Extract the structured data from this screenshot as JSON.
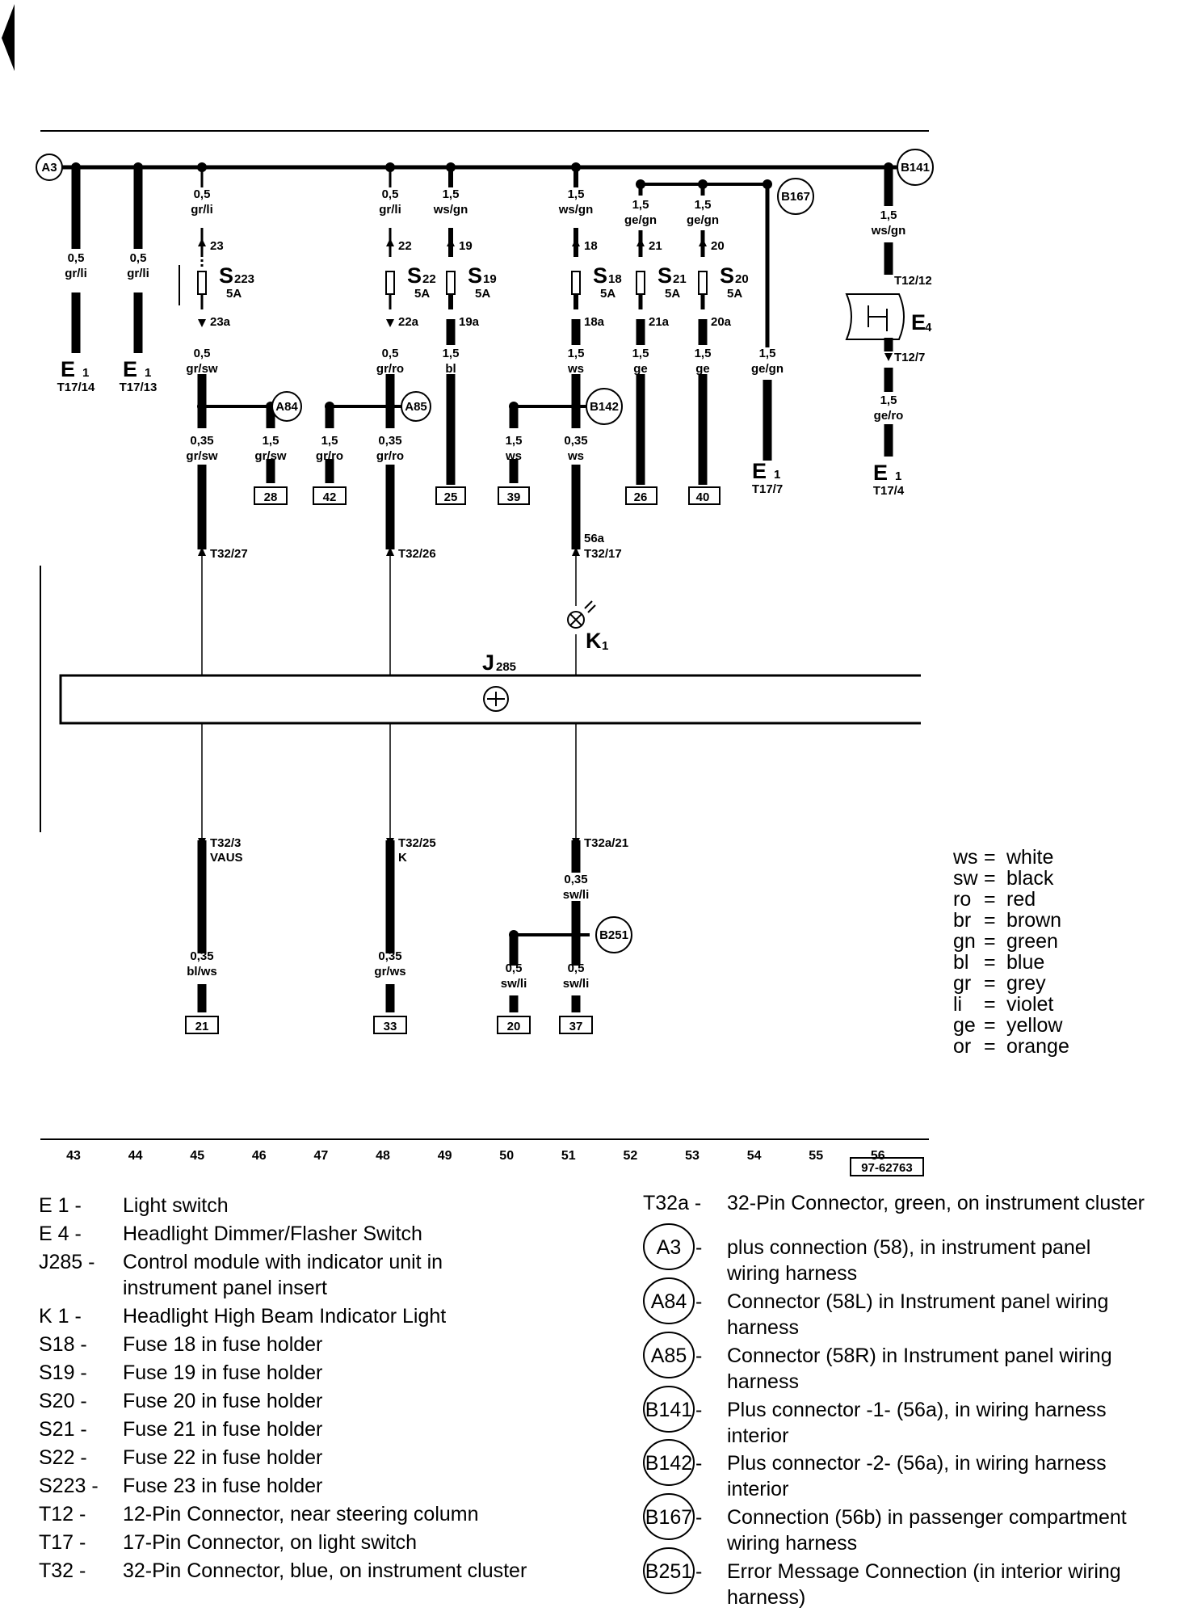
{
  "diagram": {
    "bus_connectors": {
      "a3": "A3",
      "b141": "B141",
      "b167": "B167"
    },
    "wires": {
      "e1_14": {
        "size": "0,5",
        "color": "gr/li",
        "comp": "E",
        "sub": "1",
        "term": "T17/14"
      },
      "e1_13": {
        "size": "0,5",
        "color": "gr/li",
        "comp": "E",
        "sub": "1",
        "term": "T17/13"
      },
      "s223_in": {
        "size": "0,5",
        "color": "gr/li"
      },
      "s22_in": {
        "size": "0,5",
        "color": "gr/li"
      },
      "s19_in": {
        "size": "1,5",
        "color": "ws/gn"
      },
      "s18_in": {
        "size": "1,5",
        "color": "ws/gn"
      },
      "s21_in": {
        "size": "1,5",
        "color": "ge/gn"
      },
      "s20_in": {
        "size": "1,5",
        "color": "ge/gn"
      },
      "b141_out": {
        "size": "1,5",
        "color": "ws/gn"
      },
      "s223_out": {
        "size": "0,5",
        "color": "gr/sw"
      },
      "s22_out": {
        "size": "0,5",
        "color": "gr/ro"
      },
      "s19_out": {
        "size": "1,5",
        "color": "bl"
      },
      "s18_out": {
        "size": "1,5",
        "color": "ws"
      },
      "s21_out": {
        "size": "1,5",
        "color": "ge"
      },
      "s20_out": {
        "size": "1,5",
        "color": "ge"
      },
      "b167_out": {
        "size": "1,5",
        "color": "ge/gn",
        "comp": "E",
        "sub": "1",
        "term": "T17/7"
      },
      "e4_out": {
        "size": "1,5",
        "color": "ge/ro",
        "comp": "E",
        "sub": "1",
        "term": "T17/4"
      },
      "a84_left": {
        "size": "0,35",
        "color": "gr/sw"
      },
      "a84_right": {
        "size": "1,5",
        "color": "gr/sw",
        "box": "28"
      },
      "a85_left": {
        "size": "1,5",
        "color": "gr/ro",
        "box": "42"
      },
      "a85_right": {
        "size": "0,35",
        "color": "gr/ro"
      },
      "s19_box": "25",
      "b142_left": {
        "size": "1,5",
        "color": "ws",
        "box": "39"
      },
      "b142_right": {
        "size": "0,35",
        "color": "ws"
      },
      "s21_box": "26",
      "s20_box": "40",
      "bot45": {
        "size": "0,35",
        "color": "bl/ws",
        "box": "21"
      },
      "bot48": {
        "size": "0,35",
        "color": "gr/ws",
        "box": "33"
      },
      "bot51": {
        "size": "0,35",
        "color": "sw/li"
      },
      "b251_left": {
        "size": "0,5",
        "color": "sw/li",
        "box": "20"
      },
      "b251_right": {
        "size": "0,5",
        "color": "sw/li",
        "box": "37"
      }
    },
    "fuses": {
      "s223": {
        "name": "S",
        "sub": "223",
        "rating": "5A",
        "pin_in": "23",
        "pin_out": "23a"
      },
      "s22": {
        "name": "S",
        "sub": "22",
        "rating": "5A",
        "pin_in": "22",
        "pin_out": "22a"
      },
      "s19": {
        "name": "S",
        "sub": "19",
        "rating": "5A",
        "pin_in": "19",
        "pin_out": "19a"
      },
      "s18": {
        "name": "S",
        "sub": "18",
        "rating": "5A",
        "pin_in": "18",
        "pin_out": "18a"
      },
      "s21": {
        "name": "S",
        "sub": "21",
        "rating": "5A",
        "pin_in": "21",
        "pin_out": "21a"
      },
      "s20": {
        "name": "S",
        "sub": "20",
        "rating": "5A",
        "pin_in": "20",
        "pin_out": "20a"
      }
    },
    "splices": {
      "a84": "A84",
      "a85": "A85",
      "b142": "B142",
      "b251": "B251"
    },
    "e4": {
      "name": "E",
      "sub": "4",
      "term_top": "T12/12",
      "term_bottom": "T12/7"
    },
    "k1": {
      "name": "K",
      "sub": "1"
    },
    "j285": {
      "name": "J",
      "sub": "285"
    },
    "module_terminals": {
      "t32_27": "T32/27",
      "t32_26": "T32/26",
      "t32_17": "T32/17",
      "t32_17_extra": "56a",
      "t32_3": "T32/3",
      "t32_3_extra": "VAUS",
      "t32_25": "T32/25",
      "t32_25_extra": "K",
      "t32a_21": "T32a/21"
    },
    "color_codes": [
      {
        "code": "ws",
        "name": "white"
      },
      {
        "code": "sw",
        "name": "black"
      },
      {
        "code": "ro",
        "name": "red"
      },
      {
        "code": "br",
        "name": "brown"
      },
      {
        "code": "gn",
        "name": "green"
      },
      {
        "code": "bl",
        "name": "blue"
      },
      {
        "code": "gr",
        "name": "grey"
      },
      {
        "code": "li",
        "name": "violet"
      },
      {
        "code": "ge",
        "name": "yellow"
      },
      {
        "code": "or",
        "name": "orange"
      }
    ],
    "grid_numbers": [
      "43",
      "44",
      "45",
      "46",
      "47",
      "48",
      "49",
      "50",
      "51",
      "52",
      "53",
      "54",
      "55",
      "56"
    ],
    "doc_number": "97-62763"
  },
  "legend_left": [
    {
      "code": "E 1 -",
      "text": [
        "Light switch"
      ]
    },
    {
      "code": "E 4 -",
      "text": [
        "Headlight Dimmer/Flasher Switch"
      ]
    },
    {
      "code": "J285 -",
      "text": [
        "Control module with indicator unit in",
        "instrument panel insert"
      ]
    },
    {
      "code": "K 1 -",
      "text": [
        "Headlight High Beam Indicator Light"
      ]
    },
    {
      "code": "S18 -",
      "text": [
        "Fuse 18 in fuse holder"
      ]
    },
    {
      "code": "S19 -",
      "text": [
        "Fuse 19 in fuse holder"
      ]
    },
    {
      "code": "S20 -",
      "text": [
        "Fuse 20 in fuse holder"
      ]
    },
    {
      "code": "S21 -",
      "text": [
        "Fuse 21 in fuse holder"
      ]
    },
    {
      "code": "S22 -",
      "text": [
        "Fuse 22 in fuse holder"
      ]
    },
    {
      "code": "S223 -",
      "text": [
        "Fuse 23 in fuse holder"
      ]
    },
    {
      "code": "T12 -",
      "text": [
        "12-Pin Connector, near steering column"
      ]
    },
    {
      "code": "T17 -",
      "text": [
        "17-Pin Connector, on light switch"
      ]
    },
    {
      "code": "T32 -",
      "text": [
        "32-Pin Connector, blue, on instrument  cluster"
      ]
    }
  ],
  "legend_right": [
    {
      "code": "T32a -",
      "circle": false,
      "text": [
        "32-Pin Connector, green, on instrument cluster"
      ]
    },
    {
      "code": "A3",
      "circle": true,
      "text": [
        "plus connection (58), in instrument panel",
        "wiring harness"
      ]
    },
    {
      "code": "A84",
      "circle": true,
      "text": [
        "Connector (58L) in Instrument panel wiring",
        "harness"
      ]
    },
    {
      "code": "A85",
      "circle": true,
      "text": [
        "Connector (58R) in Instrument panel wiring",
        "harness"
      ]
    },
    {
      "code": "B141",
      "circle": true,
      "text": [
        "Plus connector -1- (56a), in wiring harness",
        "interior"
      ]
    },
    {
      "code": "B142",
      "circle": true,
      "text": [
        "Plus connector -2- (56a), in wiring harness",
        "interior"
      ]
    },
    {
      "code": "B167",
      "circle": true,
      "text": [
        "Connection (56b) in passenger compartment",
        "wiring harness"
      ]
    },
    {
      "code": "B251",
      "circle": true,
      "text": [
        "Error Message Connection (in interior wiring",
        "harness)"
      ]
    }
  ]
}
